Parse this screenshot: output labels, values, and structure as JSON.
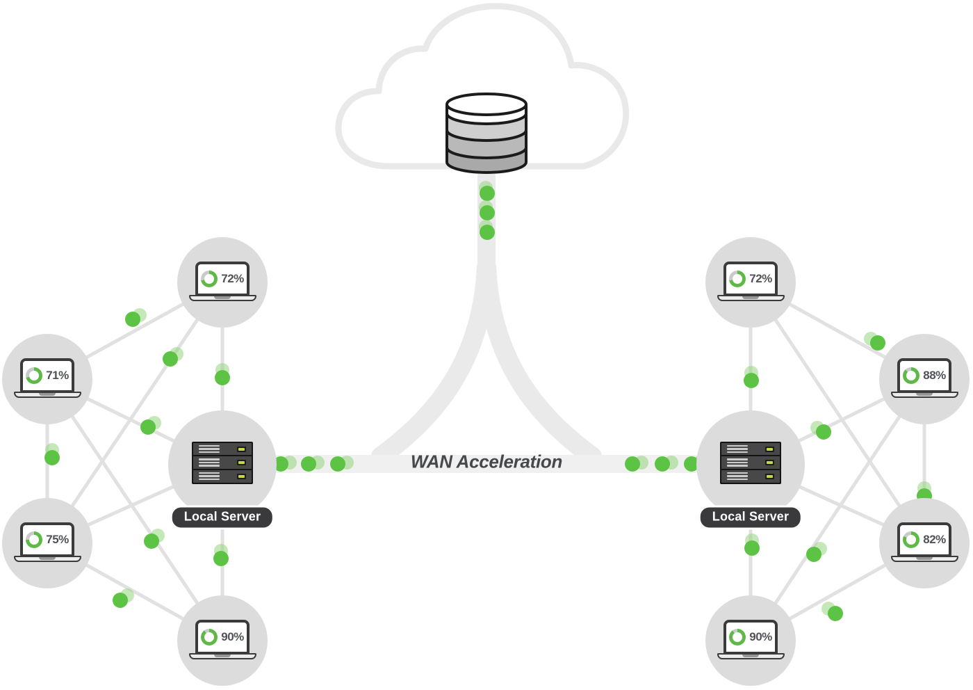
{
  "wan_link": {
    "label": "WAN Acceleration"
  },
  "clusters": {
    "left": {
      "server_label": "Local Server",
      "devices": [
        {
          "position": "top",
          "pct": "72%",
          "value": 72
        },
        {
          "position": "outer-upper",
          "pct": "71%",
          "value": 71
        },
        {
          "position": "outer-lower",
          "pct": "75%",
          "value": 75
        },
        {
          "position": "bottom",
          "pct": "90%",
          "value": 90
        }
      ]
    },
    "right": {
      "server_label": "Local Server",
      "devices": [
        {
          "position": "top",
          "pct": "72%",
          "value": 72
        },
        {
          "position": "outer-upper",
          "pct": "88%",
          "value": 88
        },
        {
          "position": "outer-lower",
          "pct": "82%",
          "value": 82
        },
        {
          "position": "bottom",
          "pct": "90%",
          "value": 90
        }
      ]
    }
  },
  "colors": {
    "accent_green": "#5cc344",
    "ghost_green": "#96d57e",
    "ring_green": "#5fb946",
    "ring_track": "#c9cacb",
    "line_gray": "#e1e1e1",
    "node_gray": "#dcdcdd",
    "funnel_gray": "#eaeaea",
    "bar_gray": "#f0f0f0",
    "cloud_stroke": "#e9e9e9",
    "label_dark": "#3a3a3c",
    "text_dark": "#515257",
    "led_green": "#c9d64c"
  }
}
